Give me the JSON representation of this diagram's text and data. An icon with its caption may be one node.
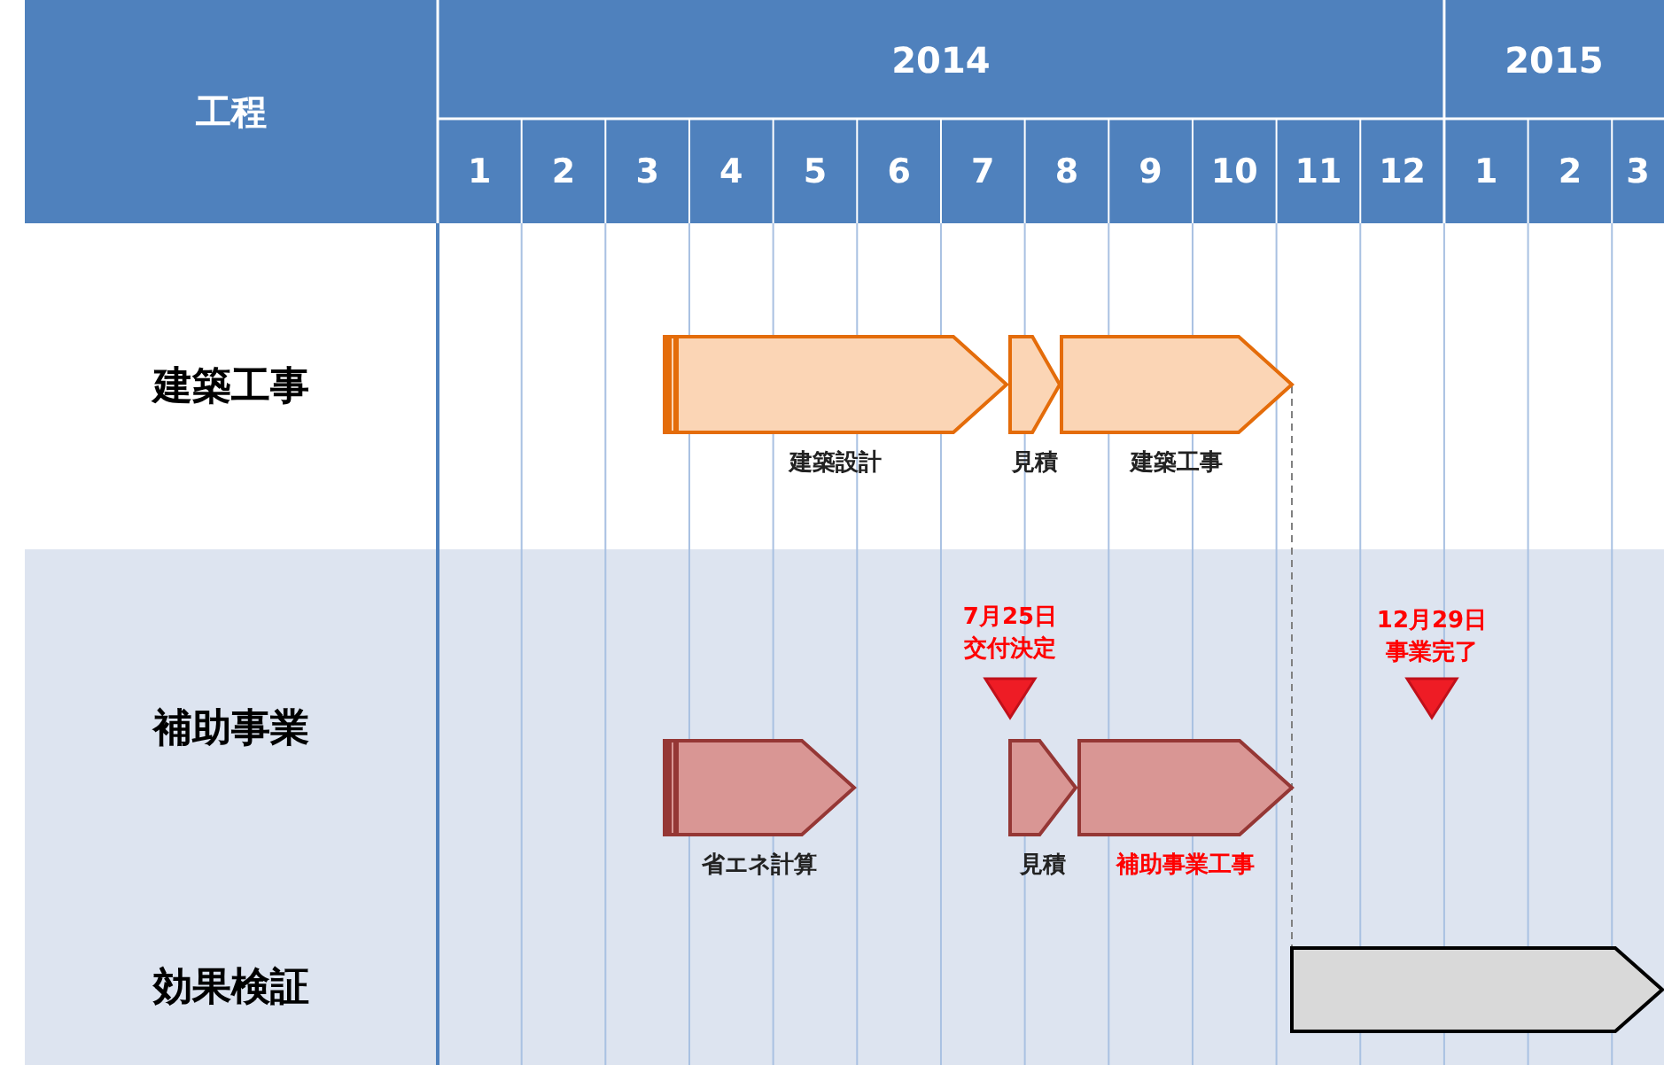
{
  "diagram": {
    "nodes": [
      {
        "text": [
          "建築工事"
        ]
      },
      {
        "text": [
          "建築設計"
        ],
        "in": 0
      },
      {
        "text": [
          "見積"
        ],
        "in": 0
      },
      {
        "text": [
          "建築工事"
        ],
        "in": 0
      },
      {
        "text": [
          "補助事業"
        ]
      },
      {
        "text": [
          "7月25日",
          "交付決定"
        ],
        "in": 4
      },
      {
        "text": [
          "12月29日",
          "事業完了"
        ],
        "in": 4
      },
      {
        "text": [
          "省エネ計算"
        ],
        "in": 4
      },
      {
        "text": [
          "見積"
        ],
        "in": 4
      },
      {
        "text": [
          "補助事業工事"
        ],
        "in": 4
      },
      {
        "text": [
          "効果検証"
        ]
      },
      {
        "text": [],
        "shape": "bar",
        "in": 10
      }
    ],
    "edges": [
      {
        "from": 3,
        "to": 11,
        "arrow": "none",
        "style": "dashed",
        "color": "#808080"
      }
    ],
    "labels": [
      "工程",
      "2014",
      "2015",
      "1",
      "2",
      "3",
      "4",
      "5",
      "6",
      "7",
      "8",
      "9",
      "10",
      "11",
      "12",
      "1",
      "2",
      "3"
    ]
  }
}
